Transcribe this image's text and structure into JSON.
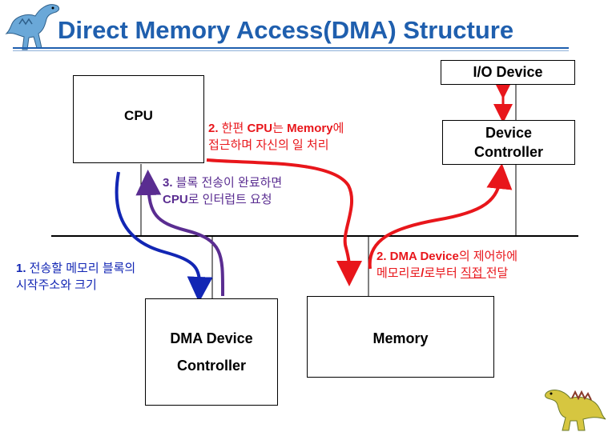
{
  "title": "Direct Memory Access(DMA) Structure",
  "boxes": {
    "cpu": "CPU",
    "io_device": "I/O Device",
    "device_controller_line1": "Device",
    "device_controller_line2": "Controller",
    "dma_controller_line1": "DMA Device",
    "dma_controller_line2": "Controller",
    "memory": "Memory"
  },
  "annotations": {
    "step2_cpu": {
      "num": "2.",
      "line1_a": " 한편 ",
      "line1_b": "CPU",
      "line1_c": "는 ",
      "line1_d": "Memory",
      "line1_e": "에",
      "line2": "접근하며 자신의 일 처리"
    },
    "step3": {
      "num": "3.",
      "line1": " 블록 전송이 완료하면",
      "line2_a": "CPU",
      "line2_b": "로 인터럽트 요청"
    },
    "step1": {
      "num": "1.",
      "line1": " 전송할 메모리 블록의",
      "line2": "시작주소와 크기"
    },
    "step2_dma": {
      "num": "2.",
      "line1_a": " DMA Device",
      "line1_b": "의 제어하에",
      "line2_a": "메모리로",
      "line2_b": "/",
      "line2_c": "로부터 ",
      "line2_d": "직접 ",
      "line2_e": "전달"
    }
  },
  "colors": {
    "title": "#1f5fae",
    "red": "#e8161b",
    "purple": "#5a2d91",
    "blue": "#1226b4"
  }
}
